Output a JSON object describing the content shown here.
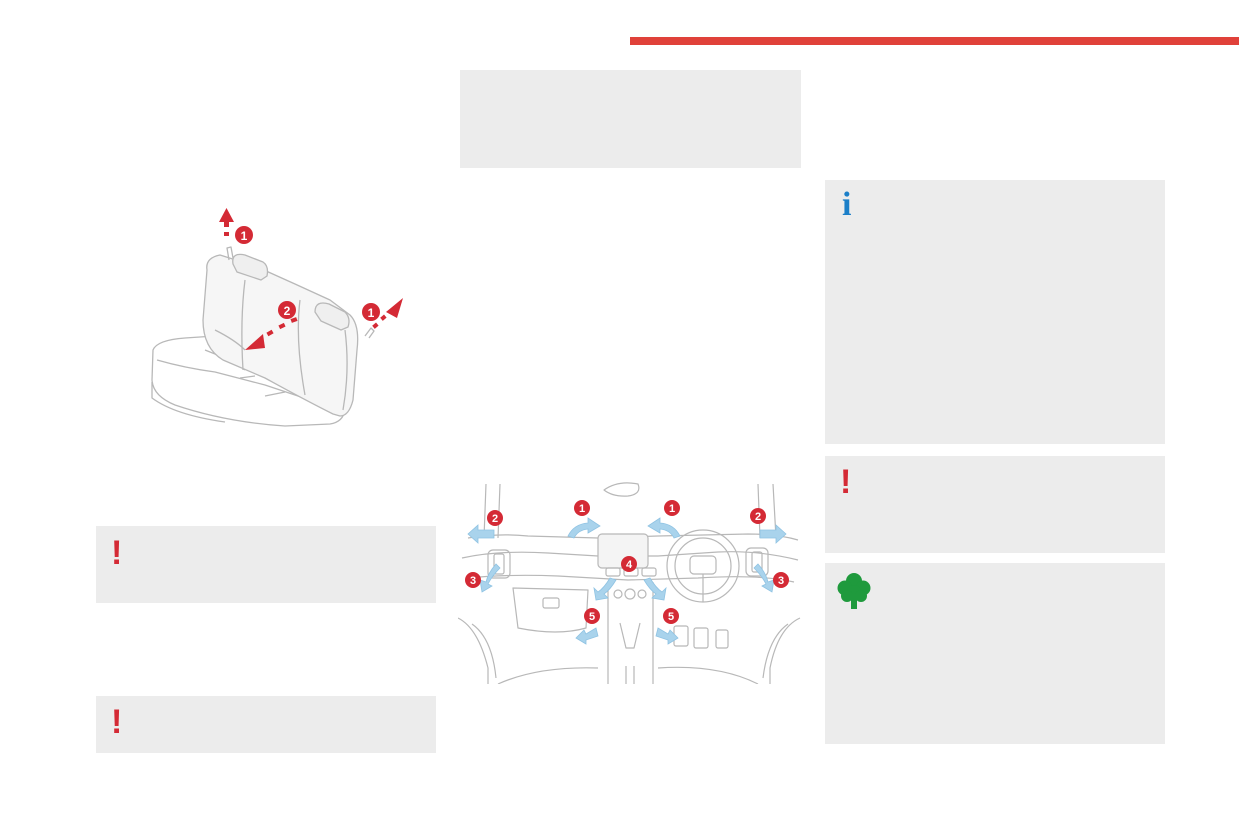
{
  "colors": {
    "accent_red": "#e0413a",
    "callout_bg": "#ececec",
    "warning_red": "#d42a35",
    "info_blue": "#1b7fc8",
    "eco_green": "#1f9a3d",
    "airflow_blue": "#a9d3ec",
    "line_gray": "#b8b8b8"
  },
  "header": {
    "accent_bar": "red-accent-bar"
  },
  "left_column": {
    "illustration": {
      "name": "rear-seat-folding-illustration",
      "markers": [
        "1",
        "2",
        "1"
      ]
    },
    "warning_1": {
      "icon": "exclamation-icon",
      "glyph": "!"
    },
    "warning_2": {
      "icon": "exclamation-icon",
      "glyph": "!"
    }
  },
  "middle_column": {
    "top_box": {
      "name": "callout-box"
    },
    "illustration": {
      "name": "dashboard-air-vents-illustration",
      "markers": [
        "1",
        "1",
        "2",
        "2",
        "3",
        "3",
        "4",
        "5",
        "5"
      ]
    }
  },
  "right_column": {
    "info_box": {
      "icon": "info-icon",
      "glyph": "i"
    },
    "warning_box": {
      "icon": "exclamation-icon",
      "glyph": "!"
    },
    "eco_box": {
      "icon": "tree-icon"
    }
  }
}
